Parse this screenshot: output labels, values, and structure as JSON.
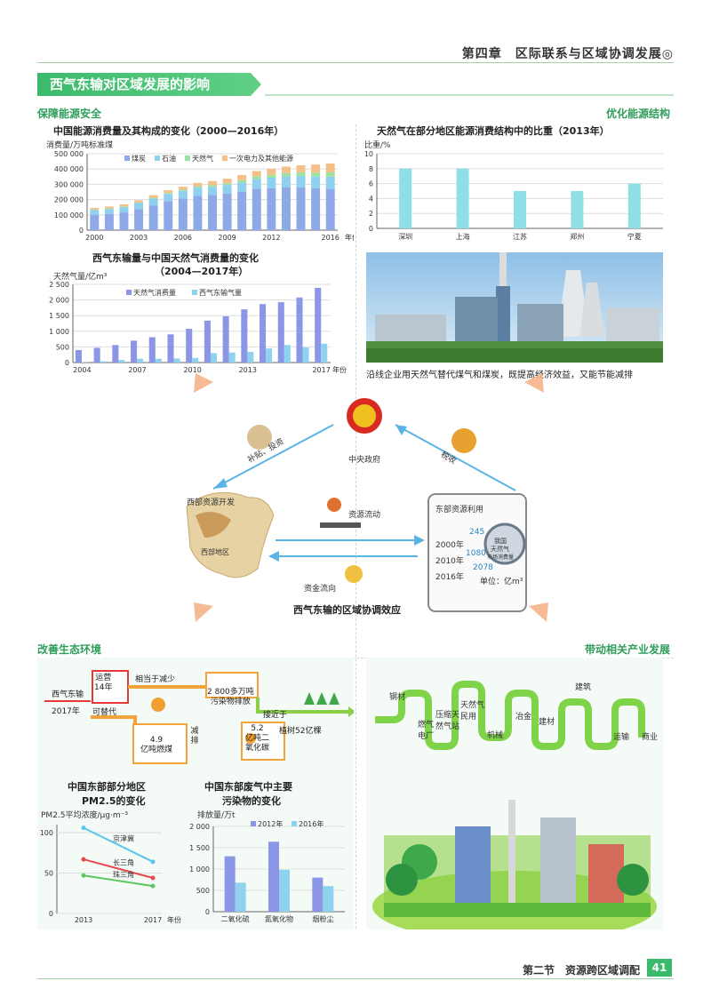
{
  "header": {
    "chapter": "第四章　区际联系与区域协调发展◎"
  },
  "banner": {
    "title": "西气东输对区域发展的影响"
  },
  "sections": {
    "energy_security": "保障能源安全",
    "optimize_structure": "优化能源结构",
    "ecology": "改善生态环境",
    "industry": "带动相关产业发展"
  },
  "chart1": {
    "title": "中国能源消费量及其构成的变化（2000—2016年）",
    "ylabel": "消费量/万吨标准煤",
    "xlabel_unit": "年份",
    "legend": [
      "煤炭",
      "石油",
      "天然气",
      "一次电力及其他能源"
    ],
    "colors": [
      "#8fa8e8",
      "#8fd0ee",
      "#9fe2a0",
      "#f4c08a"
    ],
    "yticks": [
      "500 000",
      "400 000",
      "300 000",
      "200 000",
      "100 000",
      "0"
    ],
    "xticks": [
      "2000",
      "2003",
      "2006",
      "2009",
      "2012",
      "2016"
    ]
  },
  "chart2": {
    "title": "西气东输量与中国天然气消费量的变化",
    "subtitle": "（2004—2017年）",
    "ylabel": "天然气量/亿m³",
    "xlabel_unit": "年份",
    "legend": [
      "天然气消费量",
      "西气东输气量"
    ],
    "colors": [
      "#8b96e6",
      "#8fd2ee"
    ],
    "yticks": [
      "2 500",
      "2 000",
      "1 500",
      "1 000",
      "500",
      "0"
    ],
    "xticks": [
      "2004",
      "2007",
      "2010",
      "2013",
      "2017"
    ]
  },
  "chart3": {
    "title": "天然气在部分地区能源消费结构中的比重（2013年）",
    "ylabel": "比重/%",
    "yticks": [
      "10",
      "8",
      "6",
      "4",
      "2",
      "0"
    ],
    "color": "#8fe0e6"
  },
  "photo": {
    "caption": "沿线企业用天然气替代煤气和煤炭，既提高经济效益，又能节能减排"
  },
  "diagram": {
    "gov": "中央政府",
    "west": "西部资源开发",
    "east": "东部资源利用",
    "subsidy": "补贴、投资",
    "tax": "税收",
    "resource_flow": "资源流动",
    "capital_flow": "资金流向",
    "caption": "西气东输的区域协调效应",
    "dial_label1": "我国",
    "dial_label2": "天然气",
    "dial_label3": "市场消费量",
    "years": [
      "2000年",
      "2010年",
      "2016年"
    ],
    "values": [
      "245",
      "1080",
      "2078"
    ],
    "unit": "单位：亿m³",
    "map_label": "西部地区"
  },
  "eco_flow": {
    "start": "西气东输",
    "year": "2017年",
    "box1": "运营\n14年",
    "mid": "相当于减少",
    "supply": "可替代",
    "coal": "4.9\n亿吨燃煤",
    "pollutant": "2 800多万吨\n污染物排放",
    "reduce": "减排",
    "co2": "5.2\n亿吨二\n氧化碳",
    "trees_label": "接近于",
    "trees": "植树52亿棵"
  },
  "chart4": {
    "title1": "中国东部部分地区",
    "title2": "PM2.5的变化",
    "ylabel": "PM2.5平均浓度/μg·m⁻³",
    "yticks": [
      "100",
      "50",
      "0"
    ],
    "xticks": [
      "2013",
      "2017"
    ],
    "xlabel_unit": "年份"
  },
  "chart5": {
    "title1": "中国东部废气中主要",
    "title2": "污染物的变化",
    "ylabel": "排放量/万t",
    "legend": [
      "2012年",
      "2016年"
    ],
    "colors": [
      "#8b96e6",
      "#8fd2ee"
    ],
    "yticks": [
      "2 000",
      "1 500",
      "1 000",
      "500",
      "0"
    ]
  },
  "industry": {
    "labels": [
      "钢材",
      "燃气\n电厂",
      "压缩天\n然气站",
      "天然气\n民用",
      "机械",
      "冶金",
      "建材",
      "建筑",
      "运输",
      "商业"
    ]
  },
  "footer": {
    "section": "第二节　资源跨区域调配",
    "page": "41"
  },
  "chart_data": [
    {
      "type": "bar",
      "title": "中国能源消费量及其构成的变化（2000—2016年）",
      "categories": [
        "2000",
        "2001",
        "2002",
        "2003",
        "2004",
        "2005",
        "2006",
        "2007",
        "2008",
        "2009",
        "2010",
        "2011",
        "2012",
        "2013",
        "2014",
        "2015",
        "2016"
      ],
      "series": [
        {
          "name": "煤炭",
          "values": [
            100000,
            105000,
            116000,
            138000,
            162000,
            190000,
            207000,
            225000,
            230000,
            240000,
            250000,
            270000,
            275000,
            281000,
            280000,
            273000,
            270000
          ]
        },
        {
          "name": "石油",
          "values": [
            32000,
            33000,
            35000,
            39000,
            45000,
            47000,
            50000,
            53000,
            53000,
            55000,
            62000,
            65000,
            68000,
            71000,
            74000,
            78000,
            80000
          ]
        },
        {
          "name": "天然气",
          "values": [
            3000,
            3500,
            3800,
            4400,
            5300,
            6200,
            7700,
            9300,
            10900,
            11800,
            14400,
            17800,
            19300,
            22100,
            24300,
            25400,
            27900
          ]
        },
        {
          "name": "一次电力及其他能源",
          "values": [
            11000,
            13000,
            14000,
            14000,
            17000,
            18000,
            20000,
            22000,
            27000,
            30000,
            34000,
            34000,
            40000,
            42000,
            46000,
            53000,
            58000
          ]
        }
      ],
      "xlabel": "年份",
      "ylabel": "消费量/万吨标准煤",
      "ylim": [
        0,
        500000
      ]
    },
    {
      "type": "bar",
      "title": "西气东输量与中国天然气消费量的变化（2004—2017年）",
      "categories": [
        "2004",
        "2005",
        "2006",
        "2007",
        "2008",
        "2009",
        "2010",
        "2011",
        "2012",
        "2013",
        "2014",
        "2015",
        "2016",
        "2017"
      ],
      "series": [
        {
          "name": "天然气消费量",
          "values": [
            400,
            470,
            560,
            700,
            810,
            900,
            1080,
            1340,
            1480,
            1700,
            1870,
            1930,
            2080,
            2390
          ]
        },
        {
          "name": "西气东输气量",
          "values": [
            10,
            40,
            80,
            120,
            120,
            130,
            150,
            300,
            320,
            340,
            450,
            560,
            480,
            600
          ]
        }
      ],
      "xlabel": "年份",
      "ylabel": "天然气量/亿m³",
      "ylim": [
        0,
        2500
      ]
    },
    {
      "type": "bar",
      "title": "天然气在部分地区能源消费结构中的比重（2013年）",
      "categories": [
        "深圳",
        "上海",
        "江苏",
        "郑州",
        "宁夏"
      ],
      "values": [
        8,
        8,
        5,
        5,
        6
      ],
      "ylabel": "比重/%",
      "ylim": [
        0,
        10
      ]
    },
    {
      "type": "line",
      "title": "中国东部部分地区PM2.5的变化",
      "x": [
        "2013",
        "2017"
      ],
      "series": [
        {
          "name": "京津冀",
          "values": [
            106,
            64
          ]
        },
        {
          "name": "长三角",
          "values": [
            67,
            44
          ]
        },
        {
          "name": "珠三角",
          "values": [
            47,
            34
          ]
        }
      ],
      "xlabel": "年份",
      "ylabel": "PM2.5平均浓度/μg·m⁻³",
      "ylim": [
        0,
        110
      ]
    },
    {
      "type": "bar",
      "title": "中国东部废气中主要污染物的变化",
      "categories": [
        "二氧化硫",
        "氮氧化物",
        "烟粉尘"
      ],
      "series": [
        {
          "name": "2012年",
          "values": [
            1300,
            1640,
            800
          ]
        },
        {
          "name": "2016年",
          "values": [
            680,
            980,
            600
          ]
        }
      ],
      "ylabel": "排放量/万t",
      "ylim": [
        0,
        2000
      ]
    }
  ]
}
